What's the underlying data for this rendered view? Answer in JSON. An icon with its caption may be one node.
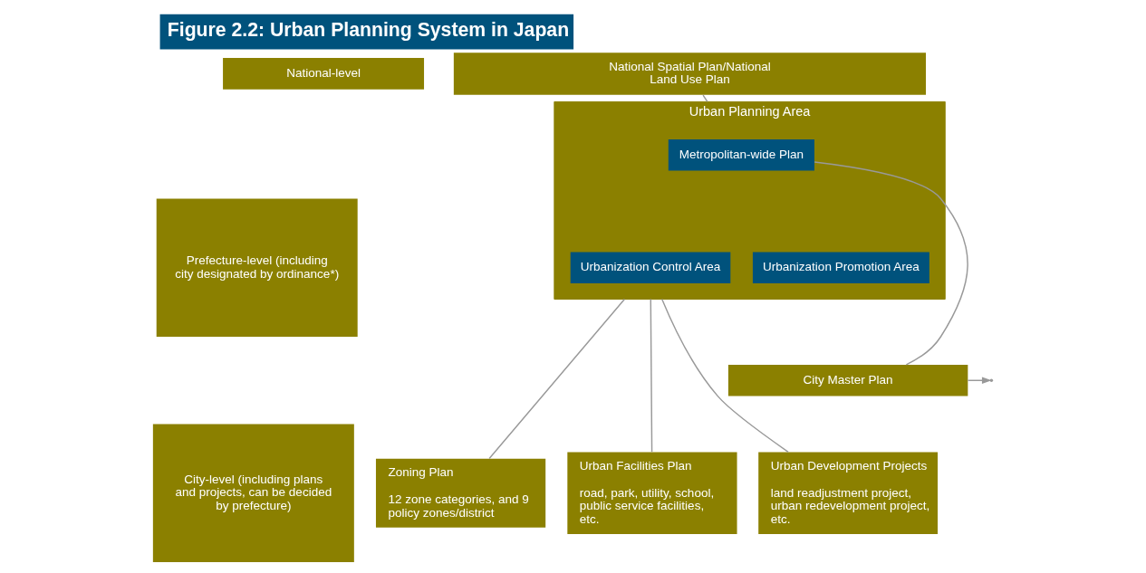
{
  "diagram": {
    "title": "Figure 2.2: Urban Planning System in Japan",
    "nodes": [
      {
        "text": [
          "National-level"
        ]
      },
      {
        "text": [
          "Prefecture-level (including city designated by ordinance*)"
        ]
      },
      {
        "text": [
          "City-level (including plans and projects, can be decided by prefecture)"
        ]
      },
      {
        "text": [
          "National Spatial Plan/National Land Use Plan"
        ]
      },
      {
        "text": [
          "Urban Planning Area"
        ]
      },
      {
        "text": [
          "Metropolitan-wide Plan"
        ],
        "in": 4
      },
      {
        "text": [
          "Urbanization Promotion Area"
        ],
        "in": 4
      },
      {
        "text": [
          "Urbanization Control Area"
        ],
        "in": 4
      },
      {
        "text": [
          "City Master Plan"
        ]
      },
      {
        "text": [
          "Zoning Plan",
          "12 zone categories, and 9 policy zones/district"
        ]
      },
      {
        "text": [
          "Urban Facilities Plan",
          "road, park, utility, school, public service facilities, etc."
        ]
      },
      {
        "text": [
          "Urban Development Projects",
          "land readjustment project, urban redevelopment project, etc."
        ]
      }
    ],
    "edges": [
      {
        "from": 3,
        "to": 4,
        "arrow": "none"
      },
      {
        "from": 5,
        "to": 8,
        "arrow": "none"
      },
      {
        "from": 8,
        "to": null,
        "arrow": "to"
      },
      {
        "from": 4,
        "to": 9,
        "arrow": "none"
      },
      {
        "from": 4,
        "to": 10,
        "arrow": "none"
      },
      {
        "from": 4,
        "to": 11,
        "arrow": "none"
      }
    ]
  }
}
